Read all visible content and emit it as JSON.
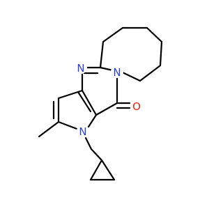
{
  "structure": {
    "atoms": [
      {
        "id": "N1",
        "label": "N",
        "color": "#2b3fd8"
      },
      {
        "id": "N2",
        "label": "N",
        "color": "#2b3fd8"
      },
      {
        "id": "N3",
        "label": "N",
        "color": "#2b3fd8"
      },
      {
        "id": "O1",
        "label": "O",
        "color": "#e8210f"
      }
    ]
  }
}
